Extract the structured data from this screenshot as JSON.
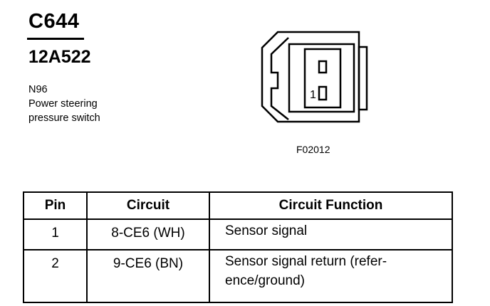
{
  "connector": {
    "id": "C644",
    "part_number": "12A522",
    "description_lines": [
      "N96",
      "Power steering",
      "pressure switch"
    ]
  },
  "diagram": {
    "pin_marker": "1",
    "figure_code": "F02012"
  },
  "table": {
    "headers": [
      "Pin",
      "Circuit",
      "Circuit Function"
    ],
    "rows": [
      {
        "pin": "1",
        "circuit": "8-CE6 (WH)",
        "function_lines": [
          "Sensor signal"
        ]
      },
      {
        "pin": "2",
        "circuit": "9-CE6 (BN)",
        "function_lines": [
          "Sensor signal return (refer-",
          "ence/ground)"
        ]
      }
    ]
  }
}
